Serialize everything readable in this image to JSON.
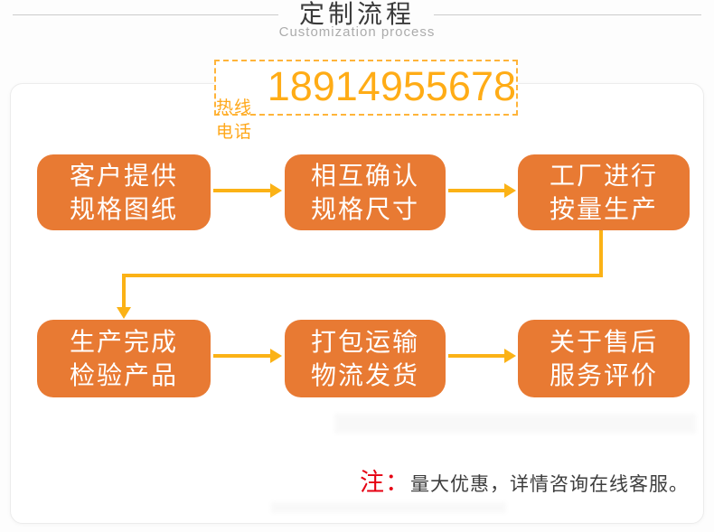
{
  "header": {
    "title": "定制流程",
    "subtitle": "Customization process"
  },
  "hotline": {
    "label": "热线电话",
    "number": "18914955678"
  },
  "flow": {
    "steps": [
      {
        "line1": "客户提供",
        "line2": "规格图纸"
      },
      {
        "line1": "相互确认",
        "line2": "规格尺寸"
      },
      {
        "line1": "工厂进行",
        "line2": "按量生产"
      },
      {
        "line1": "生产完成",
        "line2": "检验产品"
      },
      {
        "line1": "打包运输",
        "line2": "物流发货"
      },
      {
        "line1": "关于售后",
        "line2": "服务评价"
      }
    ]
  },
  "note": {
    "prefix": "注：",
    "text": "量大优惠，详情咨询在线客服。"
  },
  "colors": {
    "box_orange": "#e87a33",
    "arrow_gold": "#fbb216",
    "hotline_orange": "#ffa81b",
    "note_red": "#e60012"
  }
}
